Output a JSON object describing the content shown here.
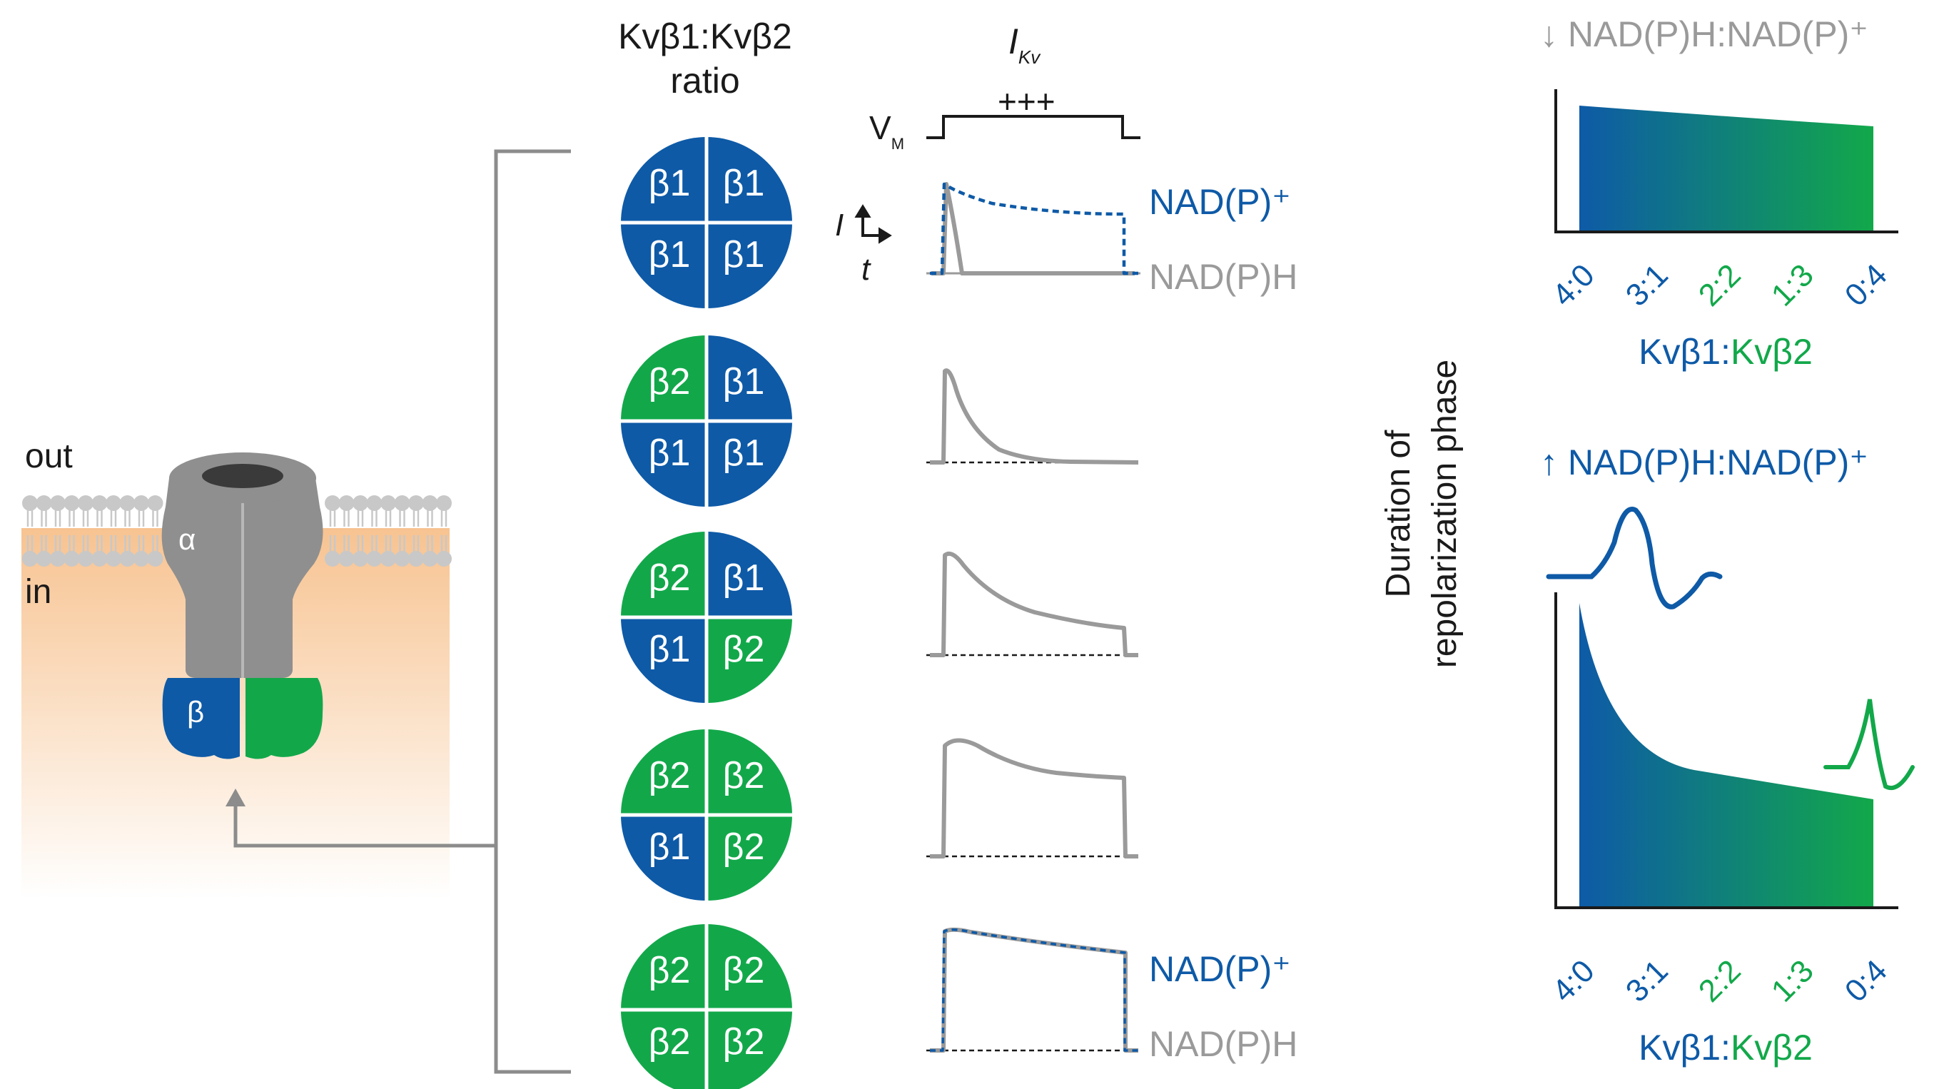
{
  "colors": {
    "beta1": "#0E5AA7",
    "beta2": "#12A84A",
    "trace_gray": "#9A9A9A",
    "text_dark": "#1A1A1A",
    "bracket": "#8C8C8C"
  },
  "membrane": {
    "out_label": "out",
    "in_label": "in",
    "alpha_label": "α",
    "beta_label": "β"
  },
  "ratio_header": {
    "line1": "Kvβ1:Kvβ2",
    "line2": "ratio"
  },
  "current_header": {
    "i_main": "I",
    "i_sub": "Kv",
    "plus": "+++",
    "vm_main": "V",
    "vm_sub": "M",
    "axis_i": "I",
    "axis_t": "t"
  },
  "tetramers": [
    [
      "β1",
      "β1",
      "β1",
      "β1"
    ],
    [
      "β2",
      "β1",
      "β1",
      "β1"
    ],
    [
      "β2",
      "β1",
      "β1",
      "β2"
    ],
    [
      "β2",
      "β2",
      "β1",
      "β2"
    ],
    [
      "β2",
      "β2",
      "β2",
      "β2"
    ]
  ],
  "trace_labels": {
    "nadp_plus": "NAD(P)⁺",
    "nadph": "NAD(P)H"
  },
  "right_panel": {
    "top_title": "↓ NAD(P)H:NAD(P)⁺",
    "bottom_title": "↑ NAD(P)H:NAD(P)⁺",
    "y_label_line1": "Duration of",
    "y_label_line2": "repolarization phase",
    "ticks": [
      "4:0",
      "3:1",
      "2:2",
      "1:3",
      "0:4"
    ],
    "x_label_part1": "Kvβ1",
    "x_label_sep": ":",
    "x_label_part2": "Kvβ2"
  }
}
